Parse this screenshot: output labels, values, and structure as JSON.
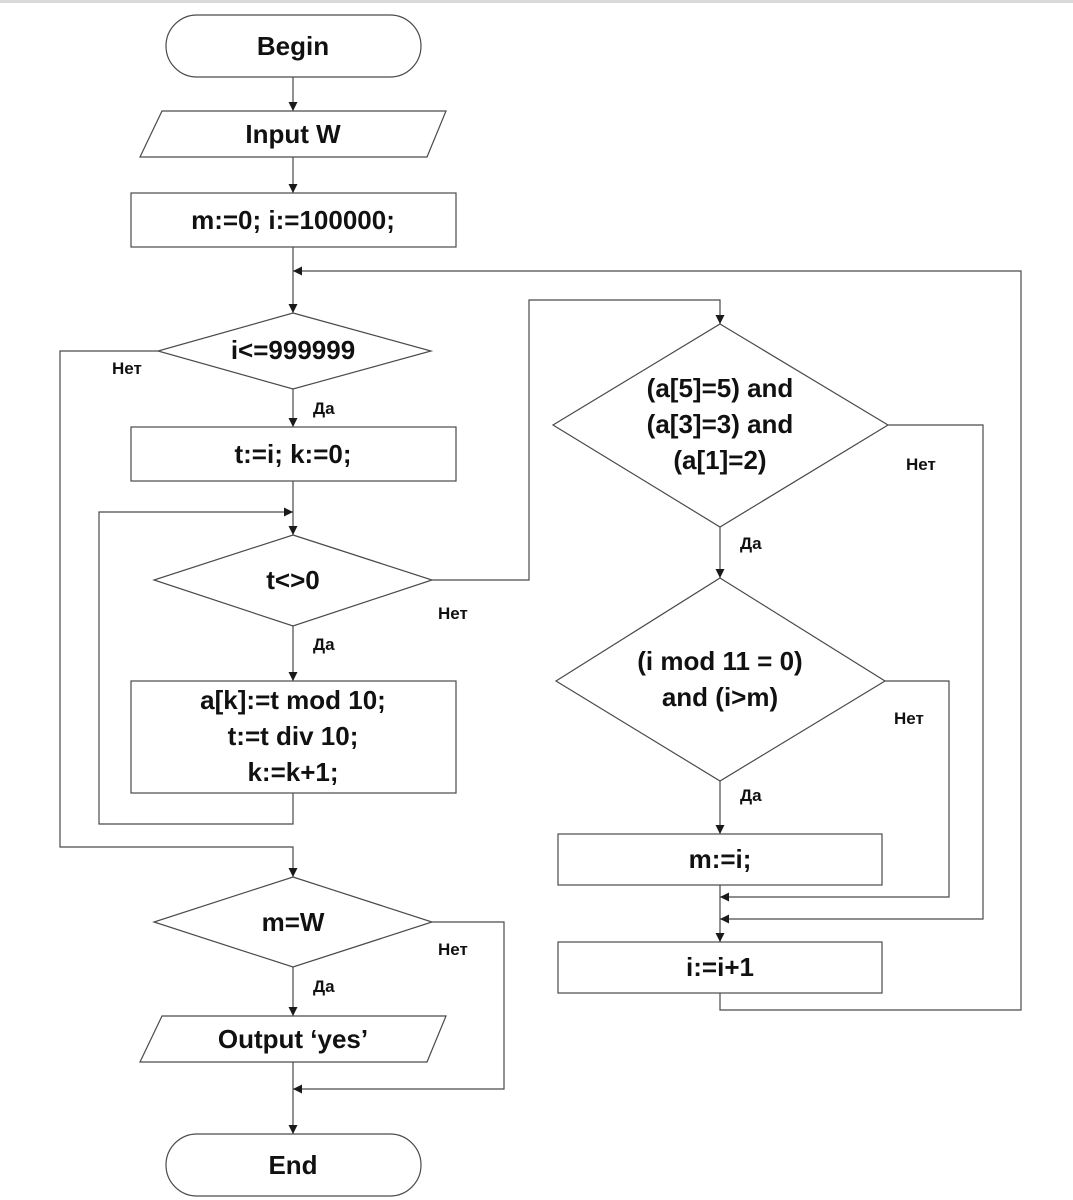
{
  "flowchart": {
    "begin": "Begin",
    "input": "Input W",
    "init": "m:=0; i:=100000;",
    "cond_outer": "i<=999999",
    "set_tk": "t:=i; k:=0;",
    "cond_t": "t<>0",
    "body": [
      "a[k]:=t mod 10;",
      "t:=t div 10;",
      "k:=k+1;"
    ],
    "cond_digits": [
      "(a[5]=5) and",
      "(a[3]=3) and",
      "(a[1]=2)"
    ],
    "cond_mod": [
      "(i mod 11 = 0)",
      "and (i>m)"
    ],
    "assign_m": "m:=i;",
    "increment": "i:=i+1",
    "cond_m": "m=W",
    "output": "Output ‘yes’",
    "end": "End",
    "yes": "Да",
    "no": "Нет"
  }
}
